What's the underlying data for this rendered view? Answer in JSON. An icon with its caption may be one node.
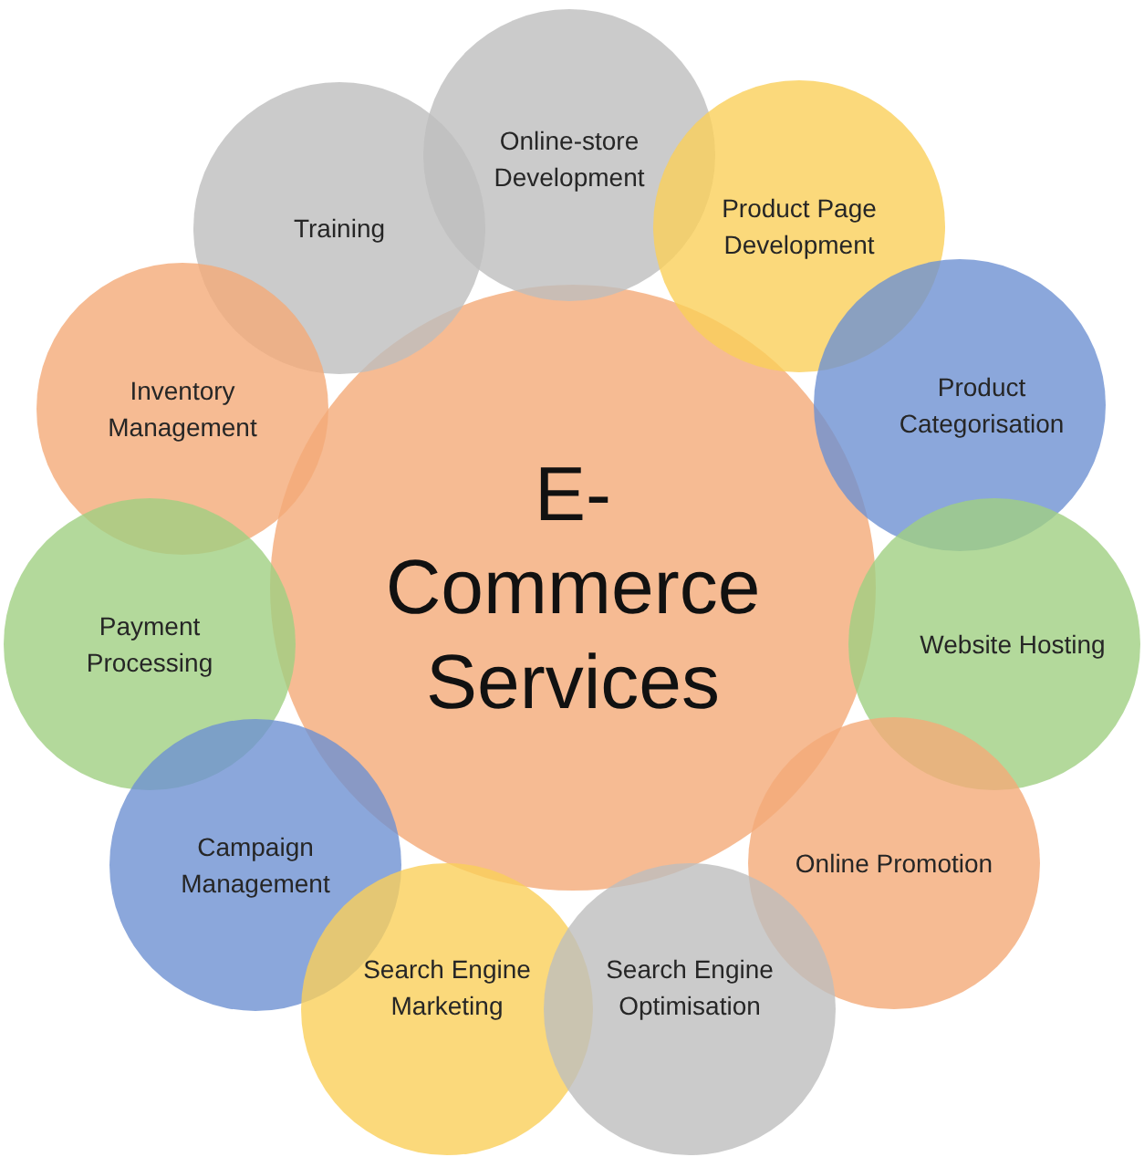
{
  "diagram": {
    "nodes": [
      {
        "text": [
          "E- Commerce Services"
        ]
      },
      {
        "text": [
          "Online-store Development"
        ]
      },
      {
        "text": [
          "Product Page Development"
        ]
      },
      {
        "text": [
          "Product Categorisation"
        ]
      },
      {
        "text": [
          "Training"
        ]
      },
      {
        "text": [
          "Inventory Management"
        ]
      },
      {
        "text": [
          "Website Hosting"
        ]
      },
      {
        "text": [
          "Payment Processing"
        ]
      },
      {
        "text": [
          "Online Promotion"
        ]
      },
      {
        "text": [
          "Campaign Management"
        ]
      },
      {
        "text": [
          "Search Engine Marketing"
        ]
      },
      {
        "text": [
          "Search Engine Optimisation"
        ]
      }
    ]
  }
}
